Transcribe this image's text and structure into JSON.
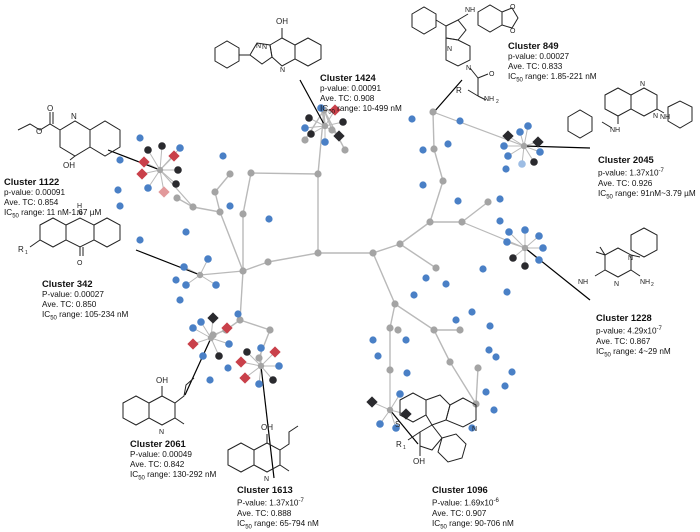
{
  "colors": {
    "edge": "#b9b9b9",
    "hub": "#a4a4a4",
    "blue": "#4a80c6",
    "black": "#2a2a2e",
    "red": "#c9404a",
    "pink": "#e2999b",
    "lightblue": "#9dbde4"
  },
  "clusters": [
    {
      "title": "Cluster 1122",
      "stat1": "p-value: 0.00091",
      "tc": "Ave. TC: 0.854",
      "ic_label": "IC",
      "ic_range": "range: 11 nM-1.67 µM"
    },
    {
      "title": "Cluster 1424",
      "stat1": "p-value: 0.00091",
      "tc": "Ave. TC: 0.908",
      "ic_label": "IC",
      "ic_range": "range: 10-499 nM"
    },
    {
      "title": "Cluster 849",
      "stat1": "p-value: 0.00027",
      "tc": "Ave. TC: 0.833",
      "ic_label": "IC",
      "ic_range": "range: 1.85-221 nM"
    },
    {
      "title": "Cluster 2045",
      "stat1": "p-value: 1.37x10",
      "stat1_sup": "-7",
      "tc": "Ave. TC: 0.926",
      "ic_label": "IC",
      "ic_range": "range: 91nM~3.79 µM"
    },
    {
      "title": "Cluster 1228",
      "stat1": "p-value: 4.29x10",
      "stat1_sup": "-7",
      "tc": "Ave. TC: 0.867",
      "ic_label": "IC",
      "ic_range": "range: 4~29 nM"
    },
    {
      "title": "Cluster 342",
      "stat1": "P-value: 0.00027",
      "tc": "Ave. TC: 0.850",
      "ic_label": "IC",
      "ic_range": "range: 105-234 nM"
    },
    {
      "title": "Cluster 2061",
      "stat1": "P-value: 0.00049",
      "tc": "Ave. TC: 0.842",
      "ic_label": "IC",
      "ic_range": "range: 130-292 nM"
    },
    {
      "title": "Cluster 1613",
      "stat1": "P-value: 1.37x10",
      "stat1_sup": "-7",
      "tc": "Ave. TC: 0.888",
      "ic_label": "IC",
      "ic_range": "range: 65-794 nM"
    },
    {
      "title": "Cluster 1096",
      "stat1": "P-value: 1.69x10",
      "stat1_sup": "-6",
      "tc": "Ave. TC: 0.907",
      "ic_label": "IC",
      "ic_range": "range: 90-706 nM"
    }
  ],
  "ic_subscript": "50",
  "atoms": {
    "oh": "OH",
    "o": "O",
    "n": "N",
    "h": "H",
    "nh": "NH",
    "nh2": "NH",
    "r": "R",
    "r1": "R",
    "s": "S",
    "one": "1",
    "two": "2"
  }
}
